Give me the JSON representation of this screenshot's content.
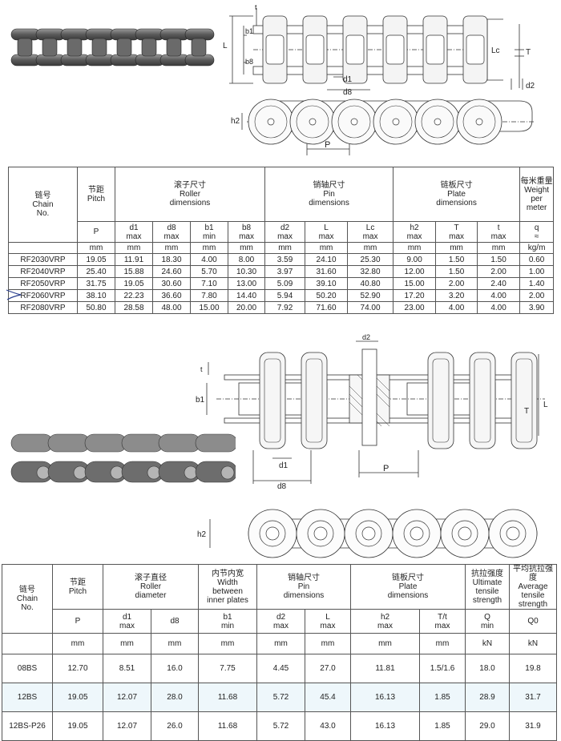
{
  "colors": {
    "table_tint": "#d9ecf6",
    "line": "#333333",
    "roller": "#f2f2f2"
  },
  "top_diagram": {
    "labels": {
      "t": "t",
      "b1": "b1",
      "b8": "b8",
      "L": "L",
      "Lc": "Lc",
      "T": "T",
      "d1": "d1",
      "d8": "d8",
      "d2": "d2",
      "h2": "h2",
      "P": "P"
    }
  },
  "table1": {
    "headers": {
      "chain_cn": "链号",
      "chain_en1": "Chain",
      "chain_en2": "No.",
      "pitch_cn": "节距",
      "pitch_en": "Pitch",
      "roller_cn": "滚子尺寸",
      "roller_en1": "Roller",
      "roller_en2": "dimensions",
      "pin_cn": "销轴尺寸",
      "pin_en1": "Pin",
      "pin_en2": "dimensions",
      "plate_cn": "链板尺寸",
      "plate_en1": "Plate",
      "plate_en2": "dimensions",
      "weight_cn": "每米重量",
      "weight_en1": "Weight",
      "weight_en2": "per",
      "weight_en3": "meter"
    },
    "sub": [
      {
        "sym": "P",
        "q": ""
      },
      {
        "sym": "d1",
        "q": "max"
      },
      {
        "sym": "d8",
        "q": "max"
      },
      {
        "sym": "b1",
        "q": "min"
      },
      {
        "sym": "b8",
        "q": "max"
      },
      {
        "sym": "d2",
        "q": "max"
      },
      {
        "sym": "L",
        "q": "max"
      },
      {
        "sym": "Lc",
        "q": "max"
      },
      {
        "sym": "h2",
        "q": "max"
      },
      {
        "sym": "T",
        "q": "max"
      },
      {
        "sym": "t",
        "q": "max"
      },
      {
        "sym": "q",
        "q": "≈"
      }
    ],
    "units": [
      "mm",
      "mm",
      "mm",
      "mm",
      "mm",
      "mm",
      "mm",
      "mm",
      "mm",
      "mm",
      "mm",
      "kg/m"
    ],
    "rows": [
      [
        "RF2030VRP",
        "19.05",
        "11.91",
        "18.30",
        "4.00",
        "8.00",
        "3.59",
        "24.10",
        "25.30",
        "9.00",
        "1.50",
        "1.50",
        "0.60"
      ],
      [
        "RF2040VRP",
        "25.40",
        "15.88",
        "24.60",
        "5.70",
        "10.30",
        "3.97",
        "31.60",
        "32.80",
        "12.00",
        "1.50",
        "2.00",
        "1.00"
      ],
      [
        "RF2050VRP",
        "31.75",
        "19.05",
        "30.60",
        "7.10",
        "13.00",
        "5.09",
        "39.10",
        "40.80",
        "15.00",
        "2.00",
        "2.40",
        "1.40"
      ],
      [
        "RF2060VRP",
        "38.10",
        "22.23",
        "36.60",
        "7.80",
        "14.40",
        "5.94",
        "50.20",
        "52.90",
        "17.20",
        "3.20",
        "4.00",
        "2.00"
      ],
      [
        "RF2080VRP",
        "50.80",
        "28.58",
        "48.00",
        "15.00",
        "20.00",
        "7.92",
        "71.60",
        "74.00",
        "23.00",
        "4.00",
        "4.00",
        "3.90"
      ]
    ]
  },
  "bottom_diagram": {
    "labels": {
      "d2": "d2",
      "t": "t",
      "b1": "b1",
      "T": "T",
      "L": "L",
      "d1": "d1",
      "d8": "d8",
      "P": "P",
      "h2": "h2"
    }
  },
  "table2": {
    "headers": {
      "chain_cn": "链号",
      "chain_en1": "Chain",
      "chain_en2": "No.",
      "pitch_cn": "节距",
      "pitch_en": "Pitch",
      "roller_cn": "滚子直径",
      "roller_en1": "Roller",
      "roller_en2": "diameter",
      "inner_cn": "内节内宽",
      "inner_en1": "Width",
      "inner_en2": "between",
      "inner_en3": "inner plates",
      "pin_cn": "销轴尺寸",
      "pin_en1": "Pin",
      "pin_en2": "dimensions",
      "plate_cn": "链板尺寸",
      "plate_en1": "Plate",
      "plate_en2": "dimensions",
      "ult_cn": "抗拉强度",
      "ult_en1": "Ultimate",
      "ult_en2": "tensile",
      "ult_en3": "strength",
      "avg_cn": "平均抗拉强度",
      "avg_en1": "Average",
      "avg_en2": "tensile",
      "avg_en3": "strength"
    },
    "sub": [
      {
        "sym": "P",
        "q": ""
      },
      {
        "sym": "d1",
        "q": "max"
      },
      {
        "sym": "d8",
        "q": ""
      },
      {
        "sym": "b1",
        "q": "min"
      },
      {
        "sym": "d2",
        "q": "max"
      },
      {
        "sym": "L",
        "q": "max"
      },
      {
        "sym": "h2",
        "q": "max"
      },
      {
        "sym": "T/t",
        "q": "max"
      },
      {
        "sym": "Q",
        "q": "min"
      },
      {
        "sym": "Q0",
        "q": ""
      }
    ],
    "units": [
      "mm",
      "mm",
      "mm",
      "mm",
      "mm",
      "mm",
      "mm",
      "mm",
      "kN",
      "kN"
    ],
    "rows": [
      [
        "08BS",
        "12.70",
        "8.51",
        "16.0",
        "7.75",
        "4.45",
        "27.0",
        "11.81",
        "1.5/1.6",
        "18.0",
        "19.8"
      ],
      [
        "12BS",
        "19.05",
        "12.07",
        "28.0",
        "11.68",
        "5.72",
        "45.4",
        "16.13",
        "1.85",
        "28.9",
        "31.7"
      ],
      [
        "12BS-P26",
        "19.05",
        "12.07",
        "26.0",
        "11.68",
        "5.72",
        "43.0",
        "16.13",
        "1.85",
        "29.0",
        "31.9"
      ]
    ]
  }
}
